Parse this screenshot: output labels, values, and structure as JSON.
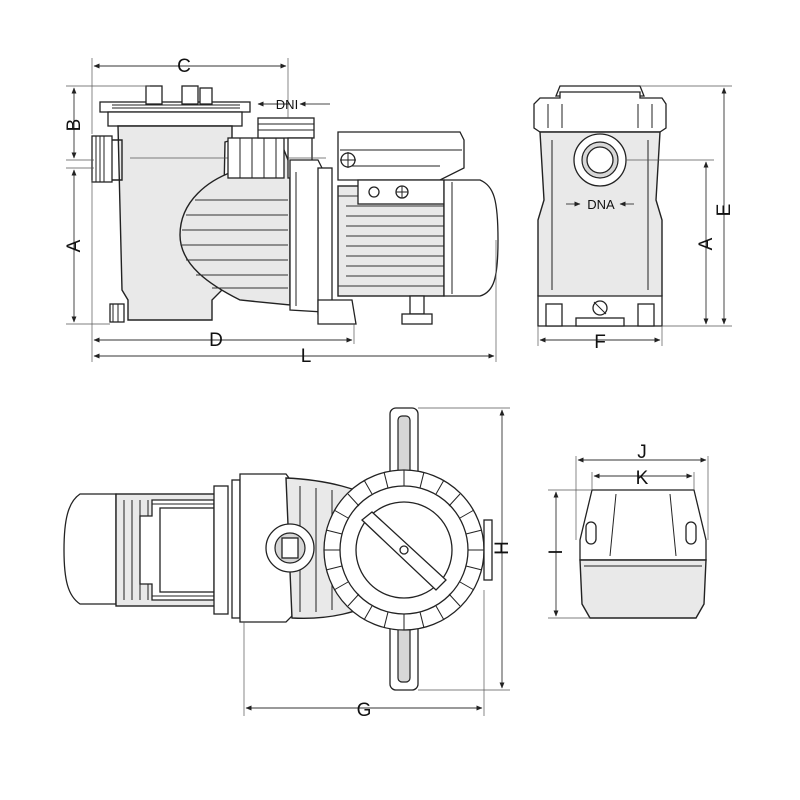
{
  "labels": {
    "side_view": {
      "C": "C",
      "B": "B",
      "DNI": "DNI",
      "A": "A",
      "D": "D",
      "L": "L"
    },
    "front_view": {
      "E": "E",
      "A": "A",
      "DNA": "DNA",
      "F": "F"
    },
    "top_view": {
      "H": "H",
      "G": "G"
    },
    "lid_view": {
      "J": "J",
      "K": "K",
      "I": "I"
    }
  },
  "colors": {
    "line": "#222222",
    "fill": "#e9e9e9",
    "shade": "#d7d7d7",
    "background": "#ffffff"
  }
}
